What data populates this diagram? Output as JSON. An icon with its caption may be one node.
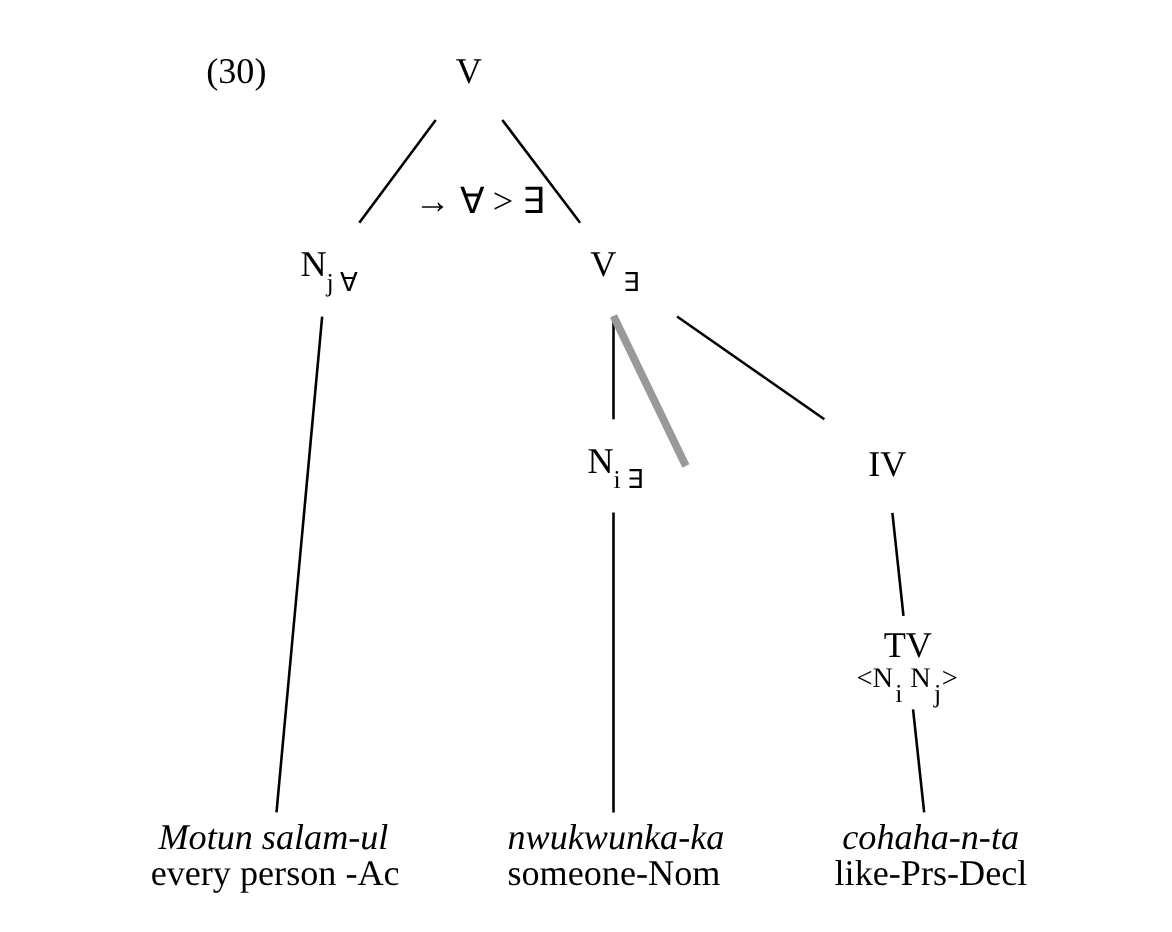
{
  "diagram": {
    "nodes": [
      {
        "text": [
          "V"
        ]
      },
      {
        "text": [
          "N$_{j ∀}$"
        ]
      },
      {
        "text": [
          "V$_{ ∃}$"
        ],
        "beside": [
          "→ ∀ > ∃"
        ]
      },
      {
        "text": [
          "N$_{i ∃}$"
        ]
      },
      {
        "text": [
          "IV"
        ]
      },
      {
        "text": [
          "TV",
          "<N$_{i}$ N$_{j}$>"
        ]
      },
      {
        "text": [
          "Motun salam-ul",
          "every person -Ac"
        ]
      },
      {
        "text": [
          "nwukwunka-ka",
          "someone-Nom"
        ]
      },
      {
        "text": [
          "cohaha-n-ta",
          "like-Prs-Decl"
        ]
      }
    ],
    "edges": [
      {
        "from": 0,
        "to": 1,
        "arrow": "none"
      },
      {
        "from": 0,
        "to": 2,
        "arrow": "none"
      },
      {
        "from": 1,
        "to": 6,
        "arrow": "none"
      },
      {
        "from": 2,
        "to": 3,
        "arrow": "none"
      },
      {
        "from": 2,
        "to": 4,
        "arrow": "none"
      },
      {
        "from": 3,
        "to": 7,
        "arrow": "none"
      },
      {
        "from": 4,
        "to": 5,
        "arrow": "none"
      },
      {
        "from": 5,
        "to": 8,
        "arrow": "none"
      },
      {
        "from": 2,
        "to": 3,
        "arrow": "none",
        "style": "thick",
        "color": "#999999"
      }
    ],
    "labels": [
      "(30)"
    ]
  }
}
